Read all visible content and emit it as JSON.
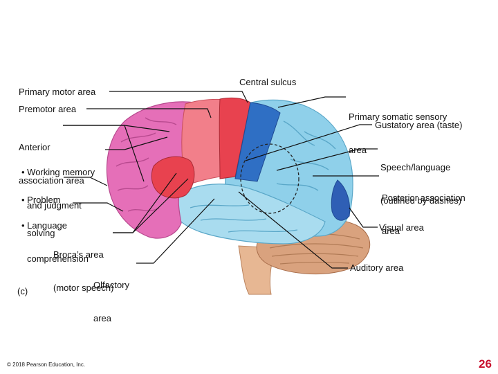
{
  "labels": {
    "primary_motor": "Primary motor area",
    "premotor": "Premotor area",
    "anterior_assoc_1": "Anterior",
    "anterior_assoc_2": "association area",
    "working_memory_1": "• Working memory",
    "working_memory_2": "and judgment",
    "problem_solving_1": "• Problem",
    "problem_solving_2": "solving",
    "language_comp_1": "• Language",
    "language_comp_2": "comprehension",
    "broca_1": "Broca’s area",
    "broca_2": "(motor speech)",
    "olfactory_1": "Olfactory",
    "olfactory_2": "area",
    "central_sulcus": "Central sulcus",
    "primary_somatic_1": "Primary somatic sensory",
    "primary_somatic_2": "area",
    "gustatory": "Gustatory area (taste)",
    "speech_lang_1": "Speech/language",
    "speech_lang_2": "(outlined by dashes)",
    "posterior_assoc_1": "Posterior association",
    "posterior_assoc_2": "area",
    "visual": "Visual area",
    "auditory": "Auditory area"
  },
  "figure_tag": "(c)",
  "copyright": "© 2018 Pearson Education, Inc.",
  "page_number": "26",
  "colors": {
    "frontal_pink": "#e56fb8",
    "motor_red": "#e8424f",
    "premotor_light_red": "#f27f8a",
    "somatic_blue": "#2f6fc4",
    "parietal_light_blue": "#8fd0ea",
    "temporal_light_blue": "#a9dcef",
    "cerebellum_tan": "#d9a27e",
    "page_number_red": "#c8102e"
  }
}
